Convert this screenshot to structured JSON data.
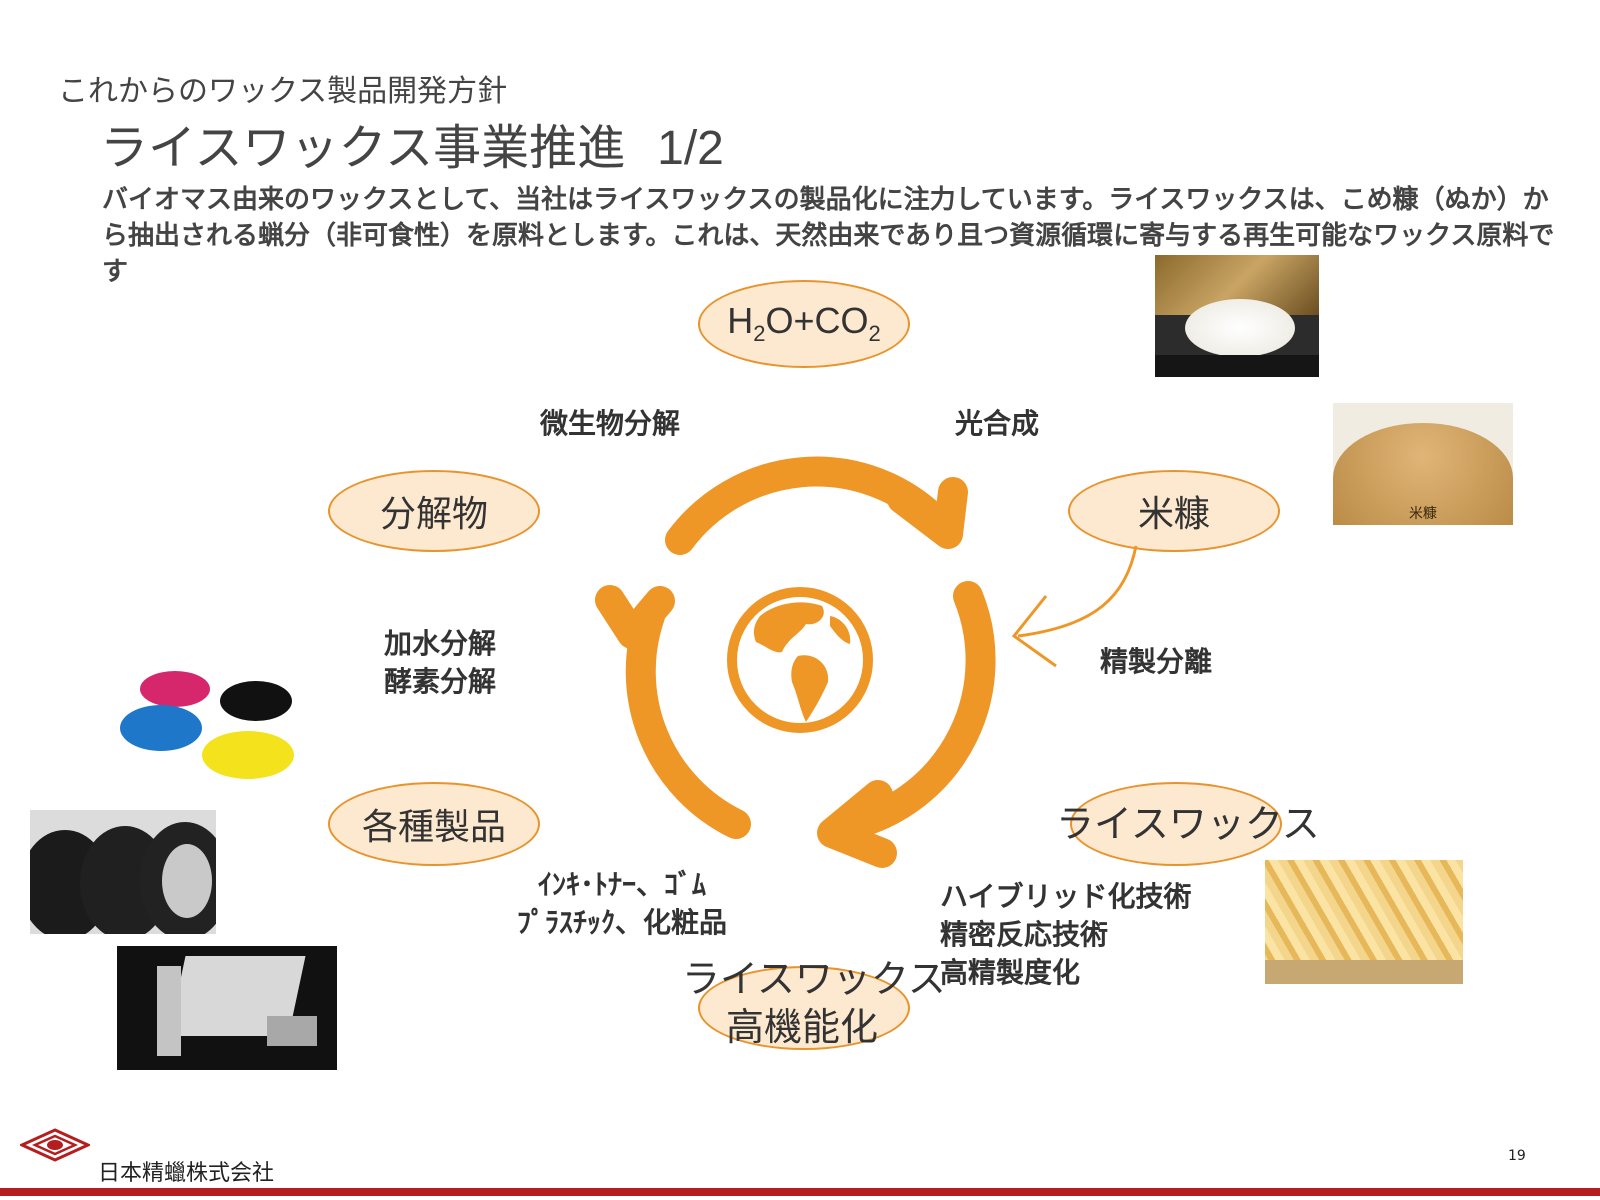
{
  "header": {
    "subtitle": "これからのワックス製品開発方針",
    "title": "ライスワックス事業推進",
    "page_fraction": "1/2"
  },
  "description": "バイオマス由来のワックスとして、当社はライスワックスの製品化に注力しています。ライスワックスは、こめ糠（ぬか）から抽出される蝋分（非可食性）を原料とします。これは、天然由来であり且つ資源循環に寄与する再生可能なワックス原料です",
  "cycle": {
    "h2o_co2": {
      "h": "H",
      "sub1": "2",
      "o": "O+CO",
      "sub2": "2"
    },
    "decomposed": "分解物",
    "rice_bran": "米糠",
    "products": "各種製品",
    "rice_wax": "ライスワックス",
    "high_function_line1": "ライスワックス",
    "high_function_line2": "高機能化",
    "microbial": "微生物分解",
    "photosynthesis": "光合成",
    "hydrolysis_line1": "加水分解",
    "hydrolysis_line2": "酵素分解",
    "refining": "精製分離",
    "uses_line1": "ｲﾝｷ･ﾄﾅｰ、ｺﾞﾑ",
    "uses_line2": "ﾌﾟﾗｽﾁｯｸ、化粧品",
    "tech_line1": "ハイブリッド化技術",
    "tech_line2": "精密反応技術",
    "tech_line3": "高精製度化"
  },
  "photos": {
    "bran_caption": "米糠"
  },
  "footer": {
    "company": "日本精蠟株式会社",
    "page_number": "19"
  },
  "colors": {
    "arrow": "#ee9727",
    "oval_fill": "#fde9d0",
    "oval_border": "#e8942e",
    "footer_bar": "#b41e1e"
  },
  "icons": [
    "globe-icon",
    "company-logo-icon"
  ]
}
